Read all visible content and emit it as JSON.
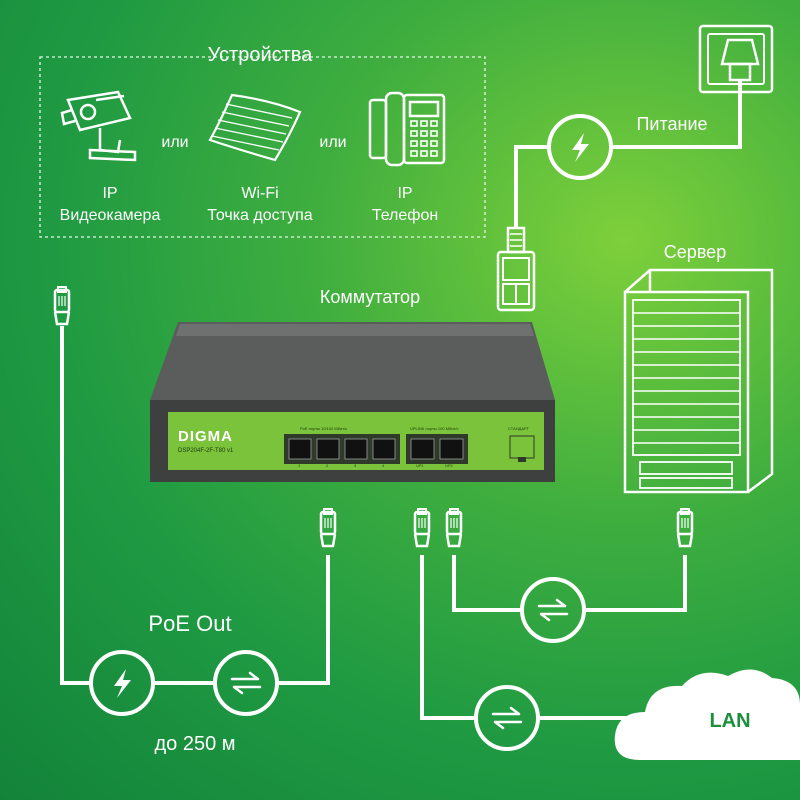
{
  "devices_header": "Устройства",
  "or_1": "или",
  "or_2": "или",
  "device_camera": {
    "line1": "IP",
    "line2": "Видеокамера"
  },
  "device_ap": {
    "line1": "Wi-Fi",
    "line2": "Точка доступа"
  },
  "device_phone": {
    "line1": "IP",
    "line2": "Телефон"
  },
  "power_label": "Питание",
  "server_label": "Сервер",
  "switch_label": "Коммутатор",
  "switch": {
    "brand": "DIGMA",
    "model": "DSP204F-2F-T80 v1",
    "poe_ports_caption": "PoE порты 10/100 Мбит/с",
    "uplink_caption": "UPLINK порты 100 Мбит/с",
    "standard_caption": "СТАНДАРТ",
    "port_labels": [
      "1",
      "2",
      "3",
      "4",
      "UP1",
      "UP2"
    ]
  },
  "poe_out_label": "PoE Out",
  "distance_label": "до 250 м",
  "lan_label": "LAN",
  "icons": [
    "cctv-camera-icon",
    "access-point-icon",
    "ip-phone-icon",
    "power-socket-icon",
    "lightning-icon",
    "exchange-arrows-icon",
    "rj45-connector-icon",
    "power-plug-icon",
    "server-rack-icon",
    "cloud-icon"
  ],
  "colors": {
    "line": "#ffffff",
    "lan_text": "#1c8f3c",
    "switch_panel": "#7bc33a",
    "switch_body": "#4b4d4c"
  }
}
